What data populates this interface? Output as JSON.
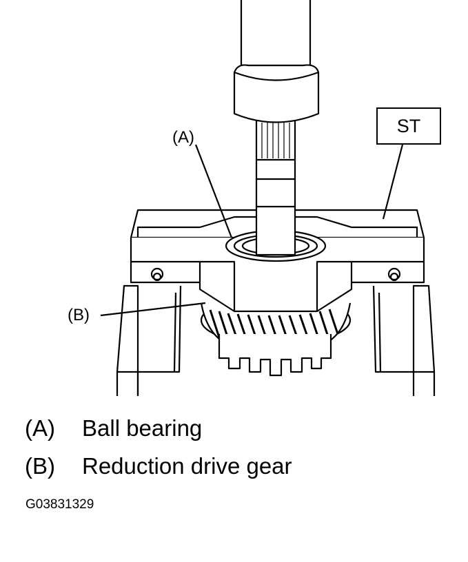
{
  "callouts": {
    "a": "(A)",
    "b": "(B)",
    "st": "ST"
  },
  "legend": [
    {
      "key": "(A)",
      "label": "Ball bearing"
    },
    {
      "key": "(B)",
      "label": "Reduction drive gear"
    }
  ],
  "figure_id": "G03831329"
}
